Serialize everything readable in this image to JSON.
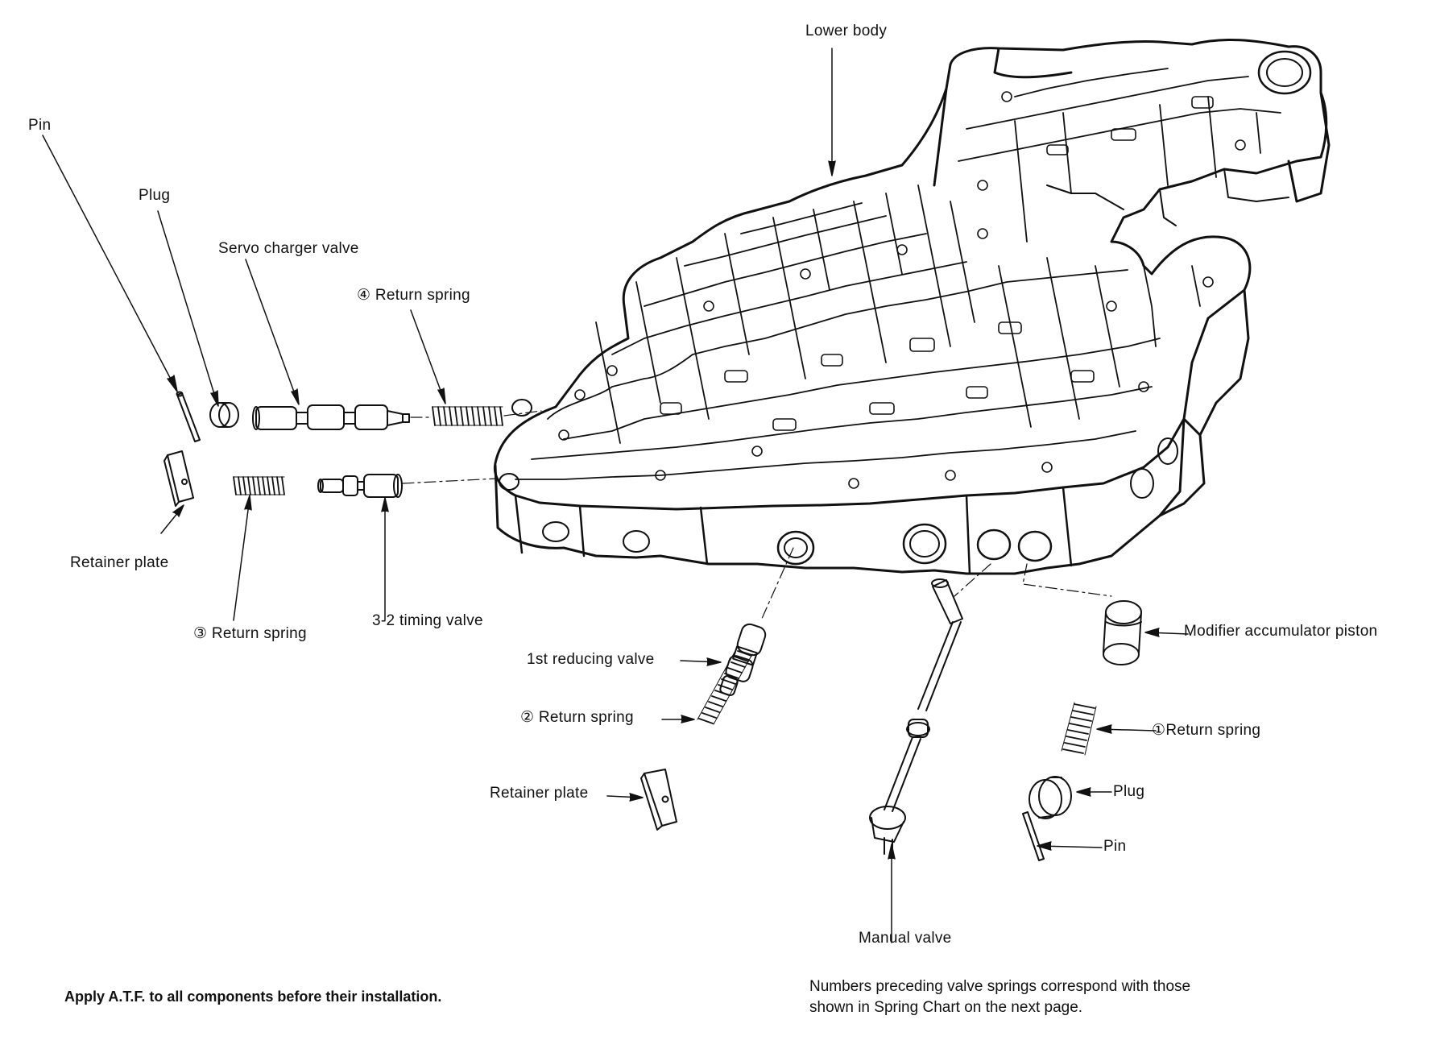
{
  "labels": {
    "lower_body": "Lower body",
    "pin_left": "Pin",
    "plug_left": "Plug",
    "servo_charger_valve": "Servo charger valve",
    "return_spring_4": "④ Return spring",
    "retainer_plate_left": "Retainer plate",
    "return_spring_3": "③ Return spring",
    "timing_valve_3_2": "3-2 timing valve",
    "first_reducing_valve": "1st reducing valve",
    "return_spring_2": "② Return spring",
    "retainer_plate_mid": "Retainer plate",
    "manual_valve": "Manual valve",
    "modifier_accumulator_piston": "Modifier accumulator piston",
    "return_spring_1": "①Return spring",
    "plug_right": "Plug",
    "pin_right": "Pin"
  },
  "notes": {
    "apply_atf": "Apply A.T.F. to all components before their installation.",
    "spring_note_line1": "Numbers preceding valve springs correspond with those",
    "spring_note_line2": "shown in Spring Chart on the next page."
  },
  "colors": {
    "ink": "#111111",
    "paper": "#ffffff"
  }
}
